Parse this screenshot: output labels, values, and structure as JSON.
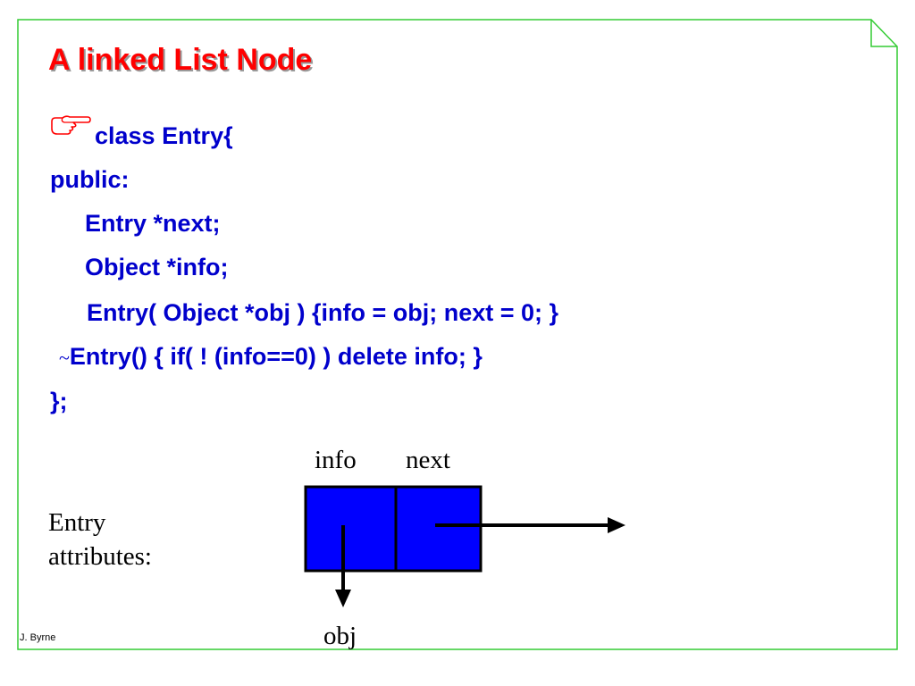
{
  "title": "A linked List Node",
  "code": {
    "line1": "class Entry{",
    "line2": "public:",
    "line3": "Entry *next;",
    "line4": "Object *info;",
    "line5": "Entry( Object *obj ) {info = obj; next = 0; }",
    "line6_tilde": "~",
    "line6_rest": "Entry() { if( ! (info==0) ) delete info; }",
    "line7": "};"
  },
  "bullet_icon": "pointing-hand-icon",
  "diagram": {
    "label_info": "info",
    "label_next": "next",
    "label_obj": "obj",
    "entry_label_line1": "Entry",
    "entry_label_line2": "attributes:"
  },
  "footer": "J. Byrne",
  "colors": {
    "frame_border": "#33cc33",
    "title": "#ff0000",
    "code": "#0000cc",
    "node_fill": "#0000ff"
  }
}
